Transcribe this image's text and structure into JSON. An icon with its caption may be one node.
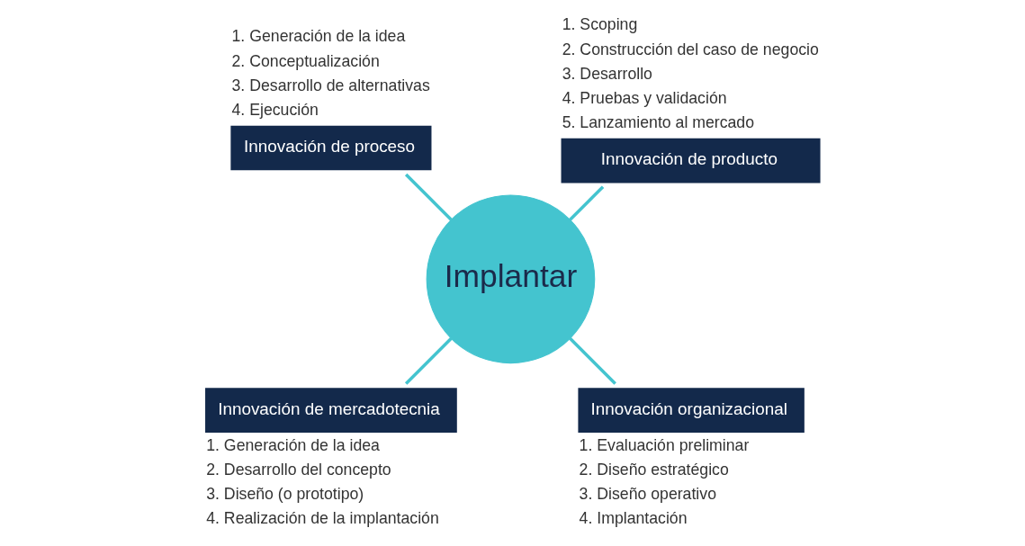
{
  "diagram": {
    "nodes": [
      {
        "text": [
          "Innovación de producto"
        ],
        "beside": [
          "1. Scoping",
          "2. Construcción del caso de negocio",
          "3. Desarrollo",
          "4. Pruebas y validación",
          "5. Lanzamiento al mercado"
        ]
      },
      {
        "text": [
          "Innovación de proceso"
        ],
        "beside": [
          "1. Generación de la idea",
          "2. Conceptualización",
          "3. Desarrollo de alternativas",
          "4. Ejecución"
        ]
      },
      {
        "text": [
          "Implantar"
        ]
      },
      {
        "text": [
          "Innovación de mercadotecnia"
        ],
        "beside": [
          "1. Generación de la idea",
          "2. Desarrollo del concepto",
          "3. Diseño (o prototipo)",
          "4. Realización de la implantación"
        ]
      },
      {
        "text": [
          "Innovación organizacional"
        ],
        "beside": [
          "1. Evaluación preliminar",
          "2. Diseño estratégico",
          "3. Diseño operativo",
          "4. Implantación"
        ]
      }
    ],
    "edges": [
      {
        "from": 2,
        "to": 0,
        "arrow": "none"
      },
      {
        "from": 2,
        "to": 1,
        "arrow": "none"
      },
      {
        "from": 2,
        "to": 3,
        "arrow": "none"
      },
      {
        "from": 2,
        "to": 4,
        "arrow": "none"
      }
    ]
  }
}
